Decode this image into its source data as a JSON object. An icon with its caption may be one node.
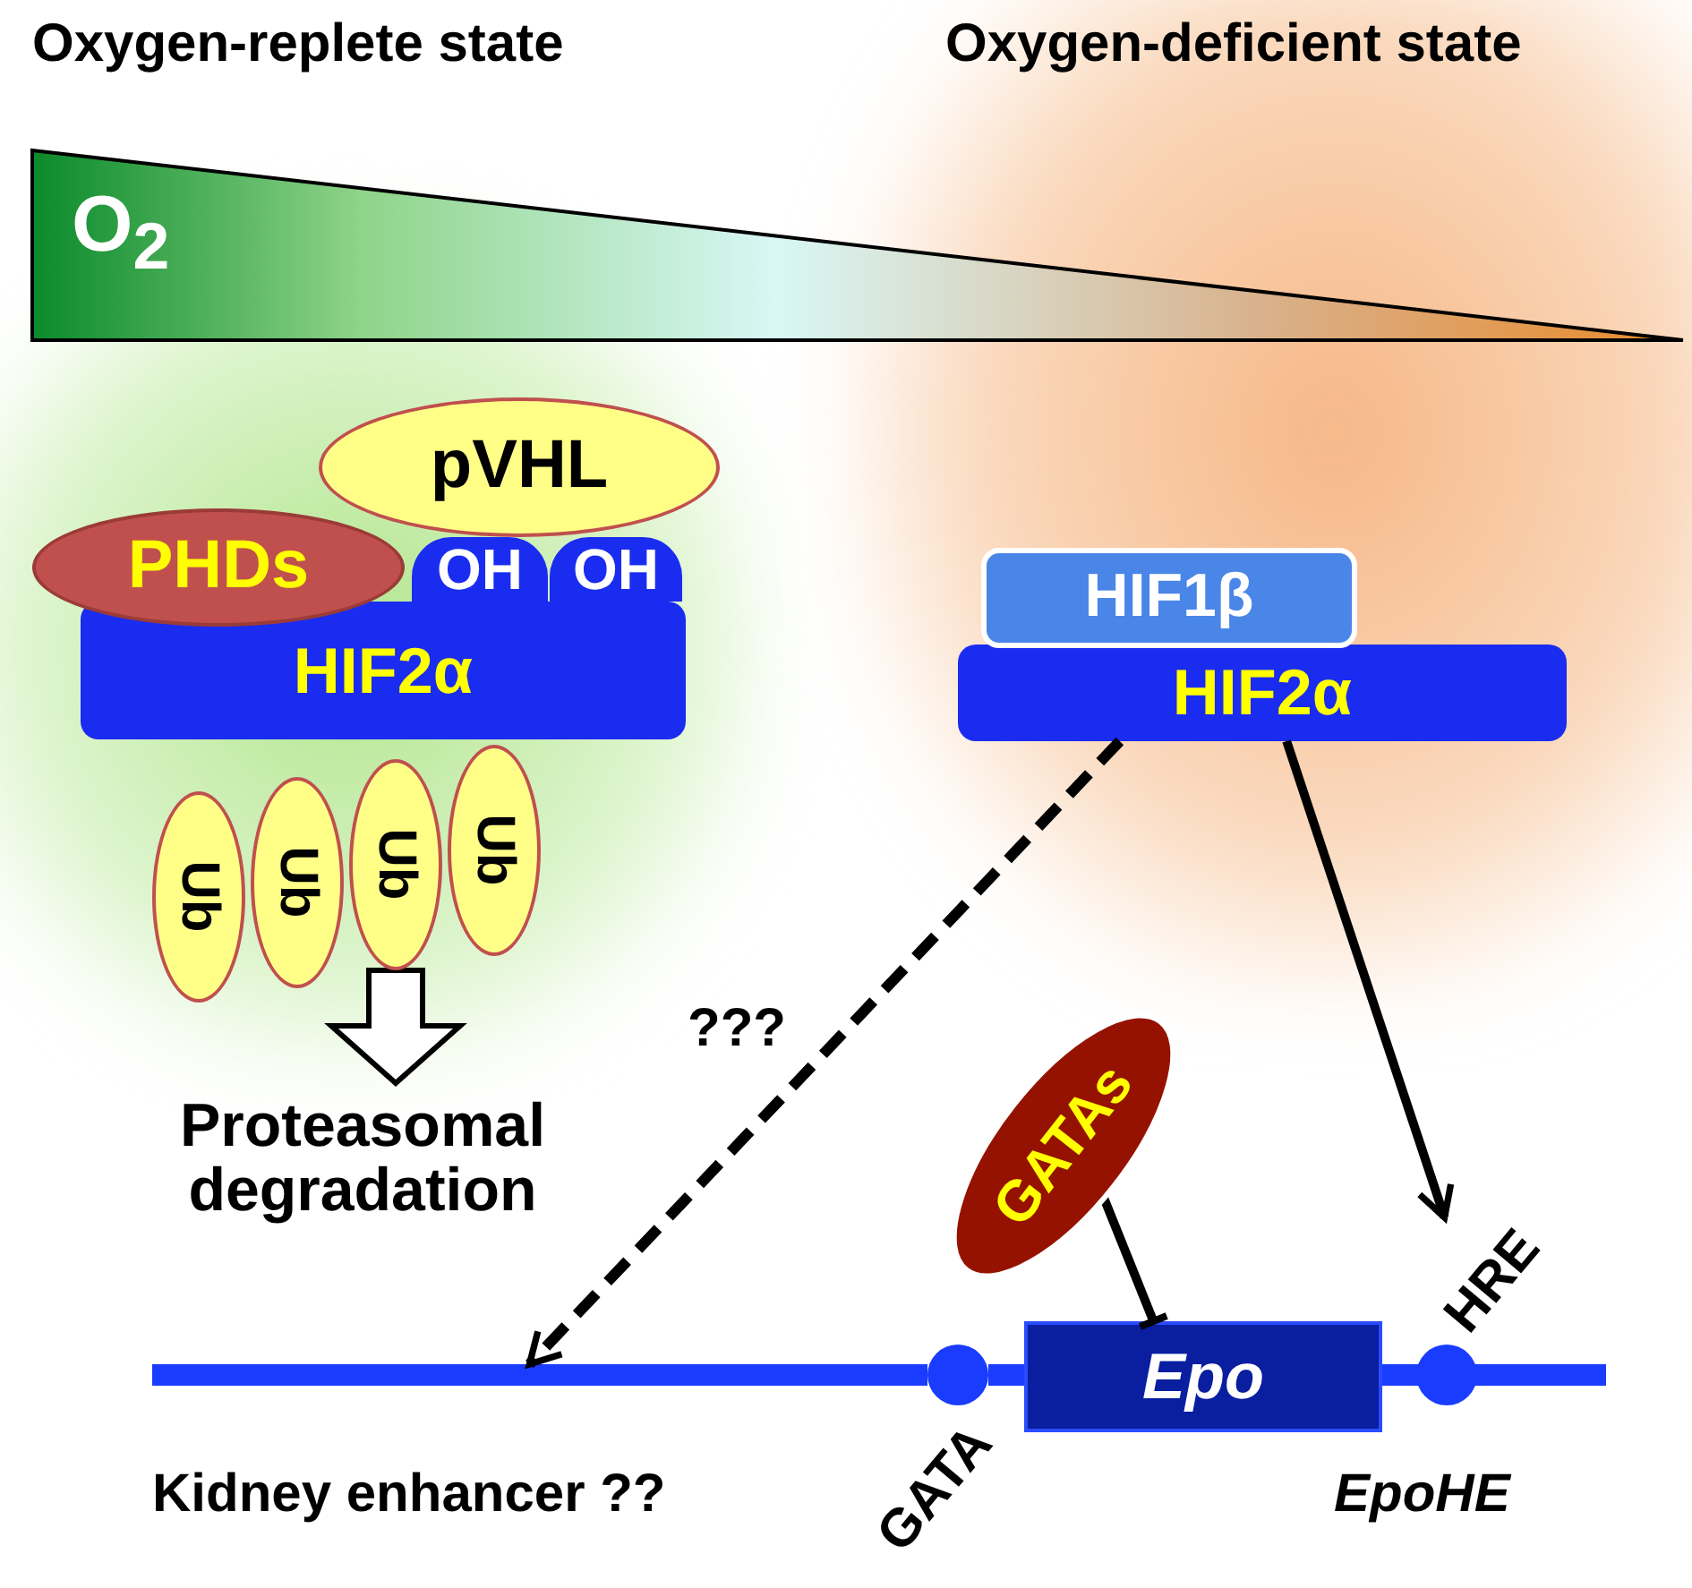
{
  "diagram": {
    "nodes": [
      {
        "text": [
          "pVHL"
        ]
      },
      {
        "text": [
          "PHDs"
        ]
      },
      {
        "text": [
          "OH"
        ]
      },
      {
        "text": [
          "OH"
        ]
      },
      {
        "text": [
          "HIF2α"
        ]
      },
      {
        "text": [
          "Ub"
        ]
      },
      {
        "text": [
          "Ub"
        ]
      },
      {
        "text": [
          "Ub"
        ]
      },
      {
        "text": [
          "Ub"
        ]
      },
      {
        "text": [
          "Proteasomal degradation"
        ]
      },
      {
        "text": [
          "HIF1β"
        ]
      },
      {
        "text": [
          "HIF2α"
        ]
      },
      {
        "text": [
          "GATAs"
        ]
      },
      {
        "text": [
          "Epo"
        ]
      },
      {
        "text": [
          "GATA"
        ]
      },
      {
        "text": [
          "HRE"
        ]
      },
      {
        "text": [],
        "shape": "bar"
      }
    ],
    "edges": [
      {
        "from": 7,
        "to": 9,
        "arrow": "to",
        "style": "thick"
      },
      {
        "from": 11,
        "to": 16,
        "arrow": "to",
        "style": "dashed",
        "label": "???"
      },
      {
        "from": 11,
        "to": 15,
        "arrow": "to"
      },
      {
        "from": 12,
        "to": 13,
        "arrow": "other"
      }
    ],
    "labels": [
      "Oxygen-replete state",
      "Oxygen-deficient state",
      "O$_{2}$",
      "Kidney enhancer ??",
      "EpoHE"
    ]
  }
}
